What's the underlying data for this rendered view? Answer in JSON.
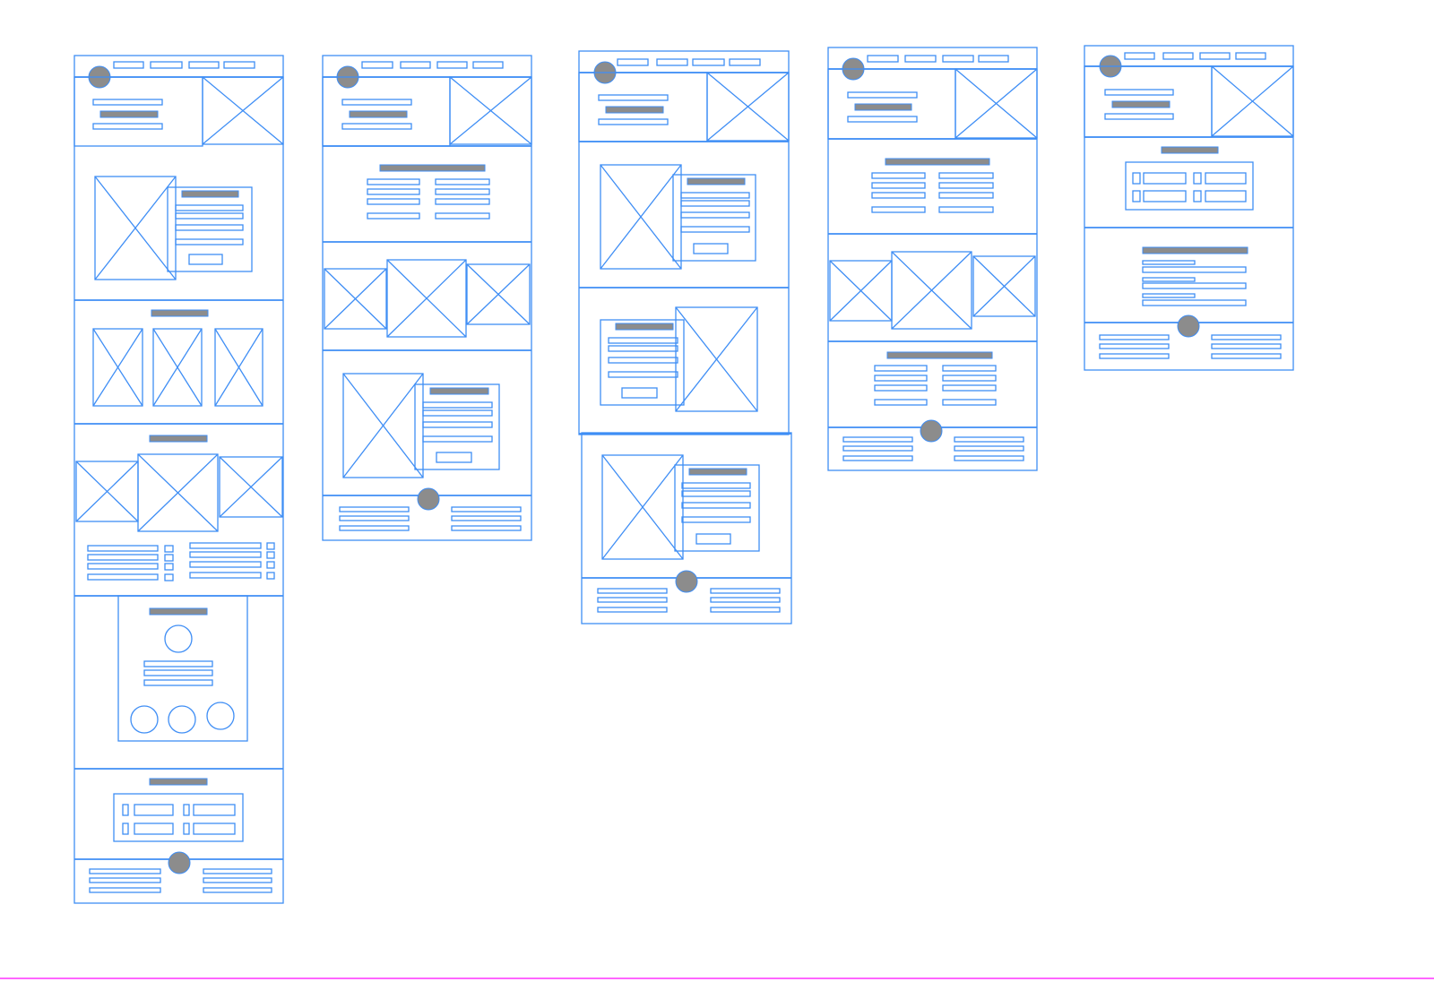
{
  "colors": {
    "wireframe_stroke": "#3f8ef5",
    "placeholder_fill": "#8c8c8c",
    "background": "#ffffff",
    "baseline": "#ff66ff"
  },
  "wireframes": [
    {
      "name": "wireframe-1-long-page",
      "sections": [
        "header-nav",
        "hero",
        "image-with-form",
        "three-image-gallery",
        "carousel-with-lists",
        "profile-card",
        "checkbox-form",
        "footer"
      ]
    },
    {
      "name": "wireframe-2",
      "sections": [
        "header-nav",
        "hero",
        "two-column-text",
        "carousel",
        "image-with-form",
        "footer"
      ]
    },
    {
      "name": "wireframe-3",
      "sections": [
        "header-nav",
        "hero",
        "image-with-form",
        "form-with-image",
        "image-with-form",
        "footer"
      ]
    },
    {
      "name": "wireframe-4",
      "sections": [
        "header-nav",
        "hero",
        "two-column-text",
        "carousel",
        "two-column-text",
        "footer"
      ]
    },
    {
      "name": "wireframe-5",
      "sections": [
        "header-nav",
        "hero",
        "checkbox-form",
        "text-block",
        "footer"
      ]
    }
  ]
}
